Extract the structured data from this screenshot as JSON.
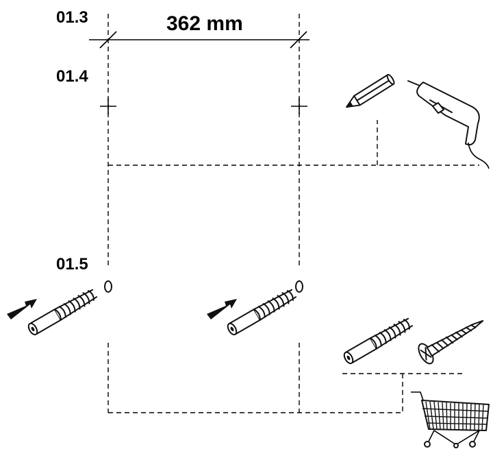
{
  "steps": {
    "step_a": "01.3",
    "step_b": "01.4",
    "step_c": "01.5"
  },
  "dimension": {
    "value": "362 mm"
  },
  "icons": {
    "pencil": "pencil-icon",
    "drill": "drill-icon",
    "wall_plug": "wall-plug-icon",
    "screw": "screw-icon",
    "shopping_cart": "shopping-cart-icon",
    "push_arrow": "arrow-right-icon"
  }
}
